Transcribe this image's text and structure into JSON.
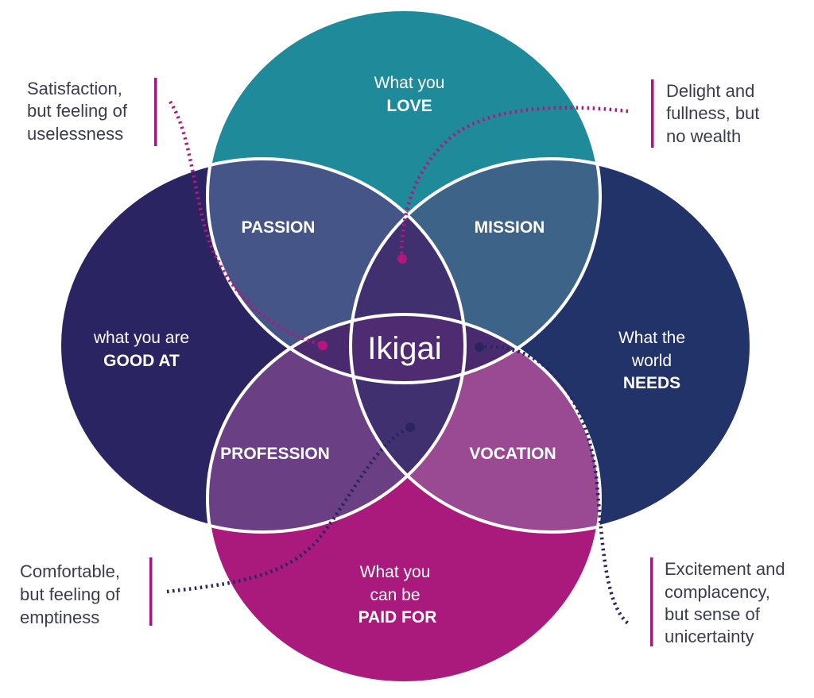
{
  "circles": {
    "love": {
      "line1": "What you",
      "line2": "LOVE",
      "color": "#1f8b9a"
    },
    "good_at": {
      "line1": "what you are",
      "line2": "GOOD AT",
      "color": "#2a2462"
    },
    "needs": {
      "line1": "What the",
      "line2": "world",
      "line3": "NEEDS",
      "color": "#22336a"
    },
    "paid_for": {
      "line1": "What you",
      "line2": "can be",
      "line3": "PAID FOR",
      "color": "#a91a7c"
    }
  },
  "overlaps": {
    "passion": "PASSION",
    "mission": "MISSION",
    "profession": "PROFESSION",
    "vocation": "VOCATION",
    "passion_color": "#455587",
    "mission_color": "#3d6389",
    "profession_color": "#6b3f84",
    "vocation_color": "#9a4a93"
  },
  "center": {
    "label": "Ikigai",
    "color": "#4a2a6e"
  },
  "notes": {
    "top_left": {
      "lines": [
        "Satisfaction,",
        "but feeling of",
        "uselessness"
      ],
      "accent": "#a4177e"
    },
    "top_right": {
      "lines": [
        "Delight and",
        "fullness, but",
        "no wealth"
      ],
      "accent": "#a4177e"
    },
    "bottom_left": {
      "lines": [
        "Comfortable,",
        "but feeling of",
        "emptiness"
      ],
      "accent": "#a4177e"
    },
    "bottom_right": {
      "lines": [
        "Excitement and",
        "complacency,",
        "but sense of",
        "unicertainty"
      ],
      "accent": "#a4177e"
    }
  },
  "dotted_colors": {
    "magenta": "#b3177f",
    "navy": "#2a2462"
  }
}
